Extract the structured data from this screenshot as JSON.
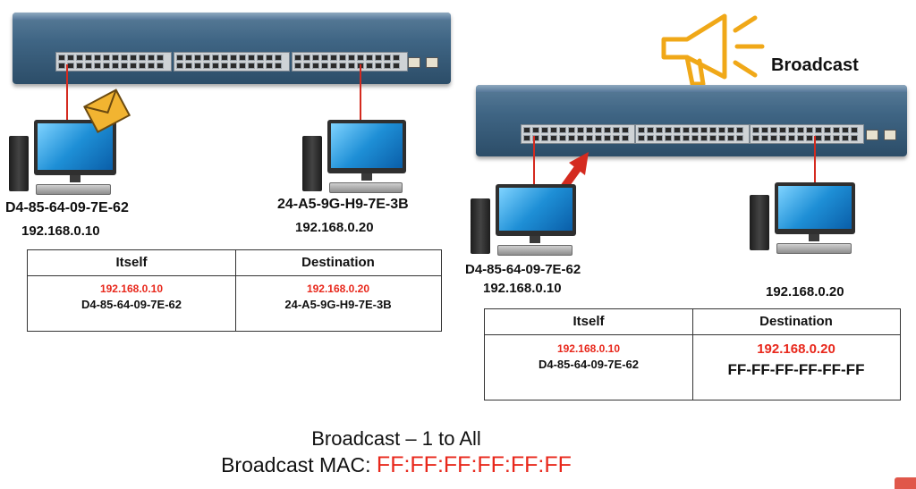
{
  "left_scene": {
    "sender_mac": "D4-85-64-09-7E-62",
    "sender_ip": "192.168.0.10",
    "receiver_mac": "24-A5-9G-H9-7E-3B",
    "receiver_ip": "192.168.0.20",
    "table": {
      "col1_header": "Itself",
      "col2_header": "Destination",
      "itself_ip": "192.168.0.10",
      "itself_mac": "D4-85-64-09-7E-62",
      "dest_ip": "192.168.0.20",
      "dest_mac": "24-A5-9G-H9-7E-3B"
    },
    "icons": [
      "switch-icon",
      "computer-icon",
      "envelope-icon"
    ]
  },
  "right_scene": {
    "broadcast_label": "Broadcast",
    "sender_mac": "D4-85-64-09-7E-62",
    "sender_ip": "192.168.0.10",
    "receiver_ip": "192.168.0.20",
    "table": {
      "col1_header": "Itself",
      "col2_header": "Destination",
      "itself_ip": "192.168.0.10",
      "itself_mac": "D4-85-64-09-7E-62",
      "dest_ip": "192.168.0.20",
      "dest_mac": "FF-FF-FF-FF-FF-FF"
    },
    "icons": [
      "megaphone-icon",
      "switch-icon",
      "computer-icon",
      "arrow-icon"
    ]
  },
  "footer": {
    "line1": "Broadcast – 1 to All",
    "line2_prefix": "Broadcast MAC: ",
    "line2_value": "FF:FF:FF:FF:FF:FF"
  },
  "colors": {
    "highlight_red": "#e8281c",
    "cable_red": "#d42a1f",
    "megaphone_orange": "#f0a818"
  }
}
